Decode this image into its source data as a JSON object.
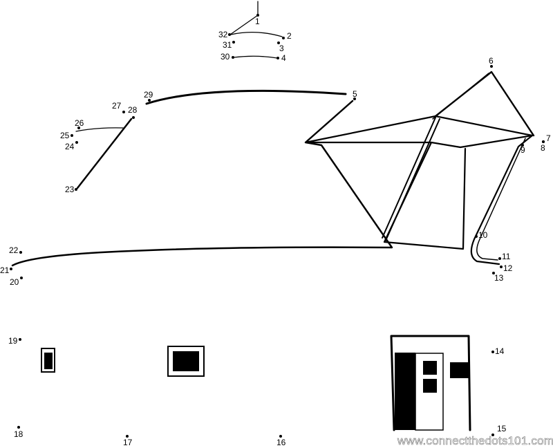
{
  "puzzle": {
    "dot_labels": [
      "1",
      "2",
      "3",
      "4",
      "5",
      "6",
      "7",
      "8",
      "9",
      "10",
      "11",
      "12",
      "13",
      "14",
      "15",
      "16",
      "17",
      "18",
      "19",
      "20",
      "21",
      "22",
      "23",
      "24",
      "25",
      "26",
      "27",
      "28",
      "29",
      "30",
      "31",
      "32"
    ]
  },
  "watermark": "www.connectthedots101.com"
}
